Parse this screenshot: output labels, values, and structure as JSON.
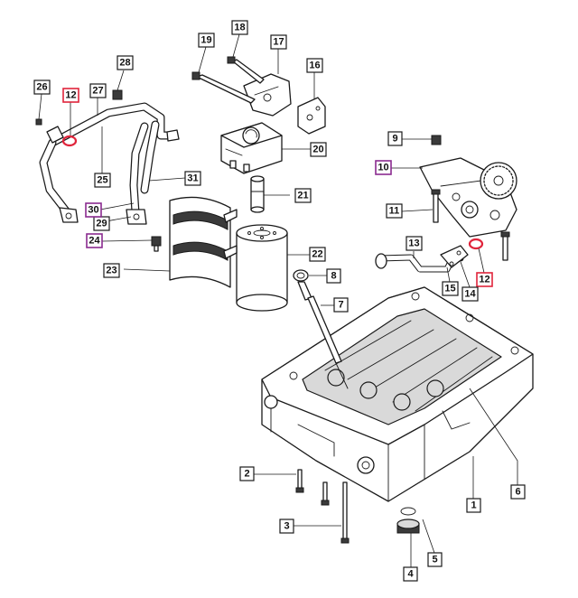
{
  "diagram": {
    "colors": {
      "outline": "#1a1a1a",
      "seal": "#e0243b",
      "highlight_red": "#e0243b",
      "highlight_purple": "#8a2b8f"
    },
    "callouts": [
      {
        "id": "c1",
        "label": "1",
        "style": "normal"
      },
      {
        "id": "c2",
        "label": "2",
        "style": "normal"
      },
      {
        "id": "c3",
        "label": "3",
        "style": "normal"
      },
      {
        "id": "c4",
        "label": "4",
        "style": "normal"
      },
      {
        "id": "c5",
        "label": "5",
        "style": "normal"
      },
      {
        "id": "c6",
        "label": "6",
        "style": "normal"
      },
      {
        "id": "c7",
        "label": "7",
        "style": "normal"
      },
      {
        "id": "c8",
        "label": "8",
        "style": "normal"
      },
      {
        "id": "c9",
        "label": "9",
        "style": "normal"
      },
      {
        "id": "c10",
        "label": "10",
        "style": "purple"
      },
      {
        "id": "c11",
        "label": "11",
        "style": "normal"
      },
      {
        "id": "c12a",
        "label": "12",
        "style": "red"
      },
      {
        "id": "c12b",
        "label": "12",
        "style": "red"
      },
      {
        "id": "c13",
        "label": "13",
        "style": "normal"
      },
      {
        "id": "c14",
        "label": "14",
        "style": "normal"
      },
      {
        "id": "c15",
        "label": "15",
        "style": "normal"
      },
      {
        "id": "c16",
        "label": "16",
        "style": "normal"
      },
      {
        "id": "c17",
        "label": "17",
        "style": "normal"
      },
      {
        "id": "c18",
        "label": "18",
        "style": "normal"
      },
      {
        "id": "c19",
        "label": "19",
        "style": "normal"
      },
      {
        "id": "c20",
        "label": "20",
        "style": "normal"
      },
      {
        "id": "c21",
        "label": "21",
        "style": "normal"
      },
      {
        "id": "c22",
        "label": "22",
        "style": "normal"
      },
      {
        "id": "c23",
        "label": "23",
        "style": "normal"
      },
      {
        "id": "c24",
        "label": "24",
        "style": "purple"
      },
      {
        "id": "c25",
        "label": "25",
        "style": "normal"
      },
      {
        "id": "c26",
        "label": "26",
        "style": "normal"
      },
      {
        "id": "c27",
        "label": "27",
        "style": "normal"
      },
      {
        "id": "c28",
        "label": "28",
        "style": "normal"
      },
      {
        "id": "c29",
        "label": "29",
        "style": "normal"
      },
      {
        "id": "c30",
        "label": "30",
        "style": "purple"
      },
      {
        "id": "c31",
        "label": "31",
        "style": "normal"
      }
    ]
  }
}
